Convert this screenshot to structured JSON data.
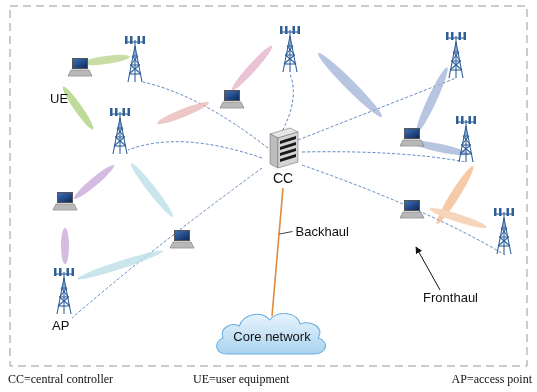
{
  "diagram": {
    "nodes": [
      {
        "text": [
          "CC"
        ]
      },
      {
        "text": [
          "Core network"
        ]
      }
    ],
    "edges": [
      {
        "from": 0,
        "to": 1,
        "arrow": "none",
        "label": "Backhaul"
      }
    ],
    "labels": [
      "UE",
      "AP",
      "Fronthaul",
      "CC=central controller",
      "UE=user equipment",
      "AP=access point"
    ]
  }
}
